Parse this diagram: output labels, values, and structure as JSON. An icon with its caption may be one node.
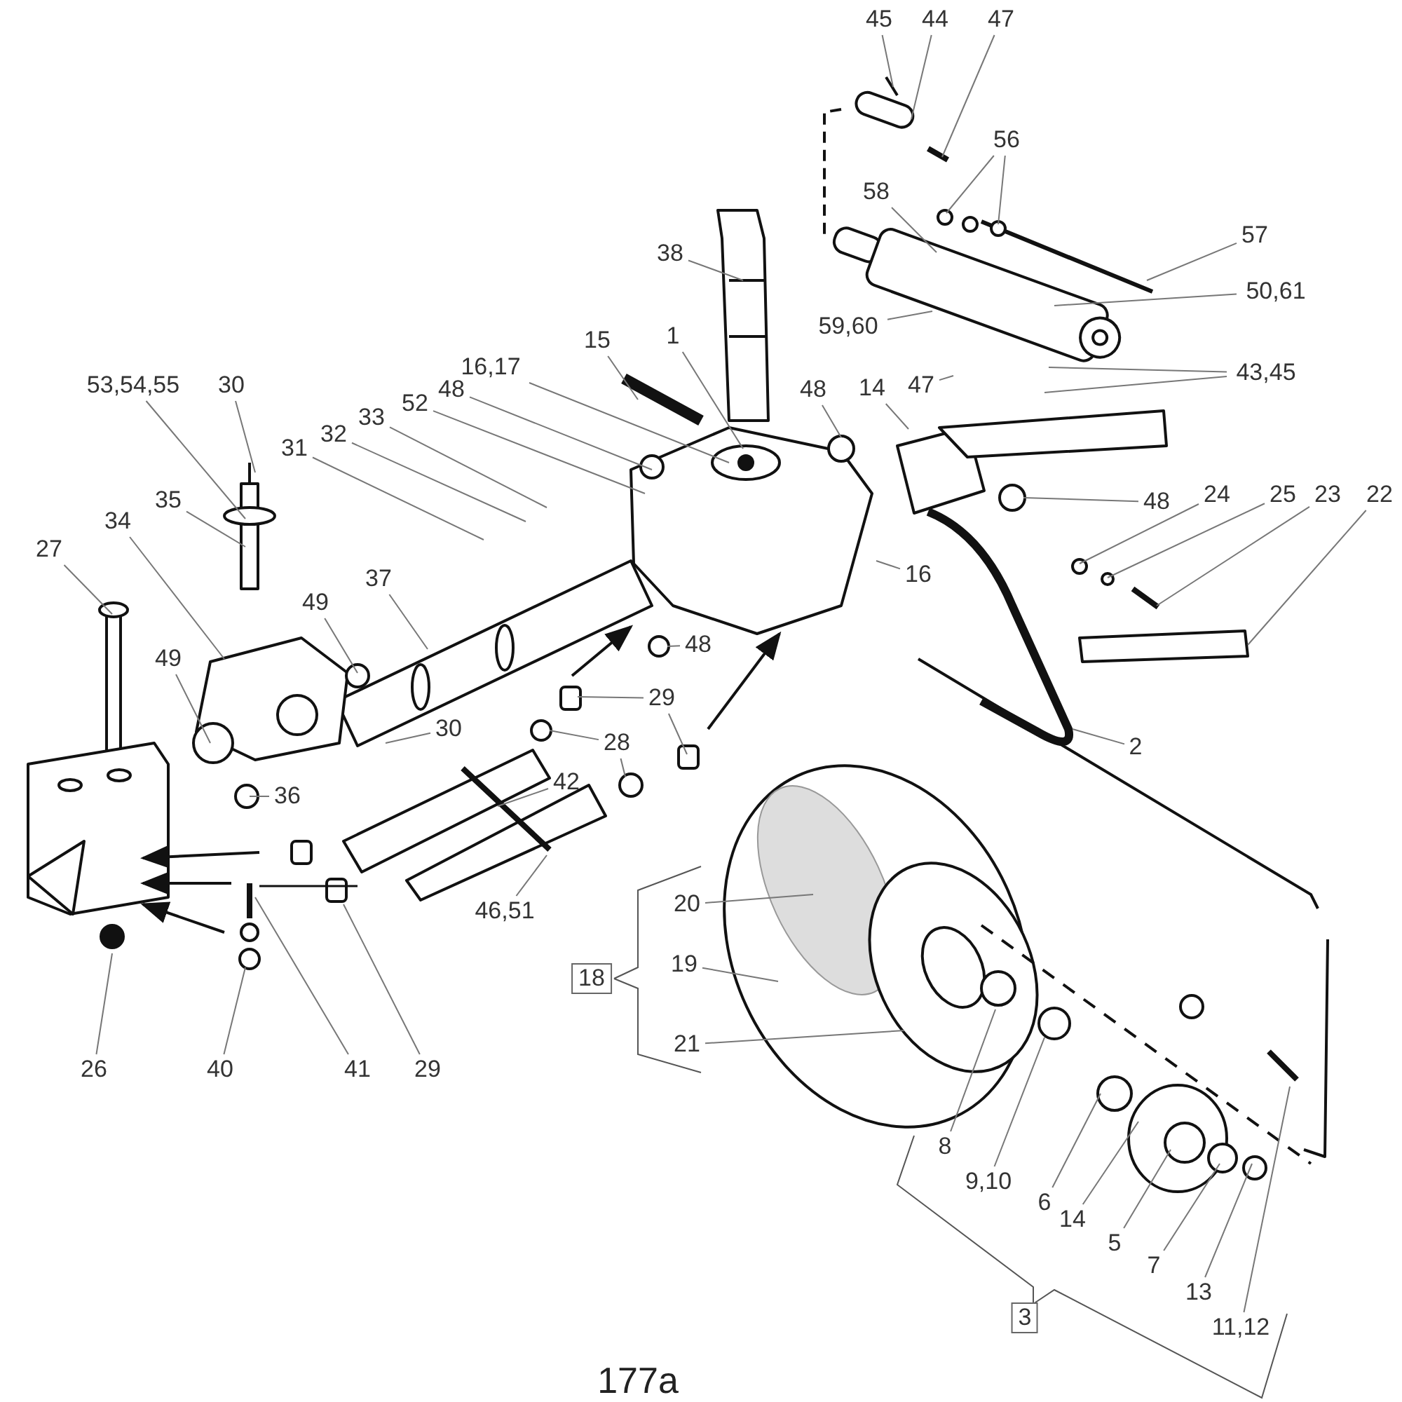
{
  "diagram": {
    "nodes": [
      {
        "text": [
          "45"
        ]
      },
      {
        "text": [
          "44"
        ]
      },
      {
        "text": [
          "47"
        ]
      },
      {
        "text": [
          "56"
        ]
      },
      {
        "text": [
          "58"
        ]
      },
      {
        "text": [
          "57"
        ]
      },
      {
        "text": [
          "38"
        ]
      },
      {
        "text": [
          "50,61"
        ]
      },
      {
        "text": [
          "59,60"
        ]
      },
      {
        "text": [
          "15"
        ]
      },
      {
        "text": [
          "1"
        ]
      },
      {
        "text": [
          "16,17"
        ]
      },
      {
        "text": [
          "43,45"
        ]
      },
      {
        "text": [
          "53,54,55"
        ]
      },
      {
        "text": [
          "30"
        ]
      },
      {
        "text": [
          "48"
        ]
      },
      {
        "text": [
          "48"
        ]
      },
      {
        "text": [
          "14"
        ]
      },
      {
        "text": [
          "47"
        ]
      },
      {
        "text": [
          "52"
        ]
      },
      {
        "text": [
          "33"
        ]
      },
      {
        "text": [
          "32"
        ]
      },
      {
        "text": [
          "31"
        ]
      },
      {
        "text": [
          "48"
        ]
      },
      {
        "text": [
          "24"
        ]
      },
      {
        "text": [
          "25"
        ]
      },
      {
        "text": [
          "23"
        ]
      },
      {
        "text": [
          "22"
        ]
      },
      {
        "text": [
          "35"
        ]
      },
      {
        "text": [
          "34"
        ]
      },
      {
        "text": [
          "27"
        ]
      },
      {
        "text": [
          "16"
        ]
      },
      {
        "text": [
          "37"
        ]
      },
      {
        "text": [
          "49"
        ]
      },
      {
        "text": [
          "48"
        ]
      },
      {
        "text": [
          "49"
        ]
      },
      {
        "text": [
          "29"
        ]
      },
      {
        "text": [
          "30"
        ]
      },
      {
        "text": [
          "28"
        ]
      },
      {
        "text": [
          "2"
        ]
      },
      {
        "text": [
          "42"
        ]
      },
      {
        "text": [
          "36"
        ]
      },
      {
        "text": [
          "46,51"
        ]
      },
      {
        "text": [
          "20"
        ]
      },
      {
        "text": [
          "18"
        ]
      },
      {
        "text": [
          "19"
        ]
      },
      {
        "text": [
          "21"
        ]
      },
      {
        "text": [
          "26"
        ]
      },
      {
        "text": [
          "40"
        ]
      },
      {
        "text": [
          "41"
        ]
      },
      {
        "text": [
          "29"
        ]
      },
      {
        "text": [
          "8"
        ]
      },
      {
        "text": [
          "9,10"
        ]
      },
      {
        "text": [
          "6"
        ]
      },
      {
        "text": [
          "14"
        ]
      },
      {
        "text": [
          "5"
        ]
      },
      {
        "text": [
          "7"
        ]
      },
      {
        "text": [
          "13"
        ]
      },
      {
        "text": [
          "11,12"
        ]
      },
      {
        "text": [
          "3"
        ]
      }
    ],
    "edges": [
      {
        "from": 0,
        "to": null,
        "arrow": "none"
      },
      {
        "from": 1,
        "to": null,
        "arrow": "none"
      },
      {
        "from": 2,
        "to": null,
        "arrow": "none"
      },
      {
        "from": 3,
        "to": null,
        "arrow": "none"
      },
      {
        "from": 3,
        "to": null,
        "arrow": "none"
      },
      {
        "from": 4,
        "to": null,
        "arrow": "none"
      },
      {
        "from": 5,
        "to": null,
        "arrow": "none"
      },
      {
        "from": 6,
        "to": null,
        "arrow": "none"
      },
      {
        "from": 7,
        "to": null,
        "arrow": "none"
      },
      {
        "from": 8,
        "to": null,
        "arrow": "none"
      },
      {
        "from": 9,
        "to": null,
        "arrow": "none"
      },
      {
        "from": 10,
        "to": null,
        "arrow": "none"
      },
      {
        "from": 11,
        "to": null,
        "arrow": "none"
      },
      {
        "from": 12,
        "to": null,
        "arrow": "none"
      },
      {
        "from": 12,
        "to": null,
        "arrow": "none"
      },
      {
        "from": 13,
        "to": null,
        "arrow": "none"
      },
      {
        "from": 14,
        "to": null,
        "arrow": "none"
      },
      {
        "from": 15,
        "to": null,
        "arrow": "none"
      },
      {
        "from": 16,
        "to": null,
        "arrow": "none"
      },
      {
        "from": 17,
        "to": null,
        "arrow": "none"
      },
      {
        "from": 18,
        "to": null,
        "arrow": "none"
      },
      {
        "from": 19,
        "to": null,
        "arrow": "none"
      },
      {
        "from": 20,
        "to": null,
        "arrow": "none"
      },
      {
        "from": 21,
        "to": null,
        "arrow": "none"
      },
      {
        "from": 22,
        "to": null,
        "arrow": "none"
      },
      {
        "from": 23,
        "to": null,
        "arrow": "none"
      },
      {
        "from": 24,
        "to": null,
        "arrow": "none"
      },
      {
        "from": 25,
        "to": null,
        "arrow": "none"
      },
      {
        "from": 26,
        "to": null,
        "arrow": "none"
      },
      {
        "from": 27,
        "to": null,
        "arrow": "none"
      },
      {
        "from": 28,
        "to": null,
        "arrow": "none"
      },
      {
        "from": 29,
        "to": null,
        "arrow": "none"
      },
      {
        "from": 30,
        "to": null,
        "arrow": "none"
      },
      {
        "from": 31,
        "to": null,
        "arrow": "none"
      },
      {
        "from": 32,
        "to": null,
        "arrow": "none"
      },
      {
        "from": 33,
        "to": null,
        "arrow": "none"
      },
      {
        "from": 34,
        "to": null,
        "arrow": "none"
      },
      {
        "from": 35,
        "to": null,
        "arrow": "none"
      },
      {
        "from": 36,
        "to": null,
        "arrow": "none"
      },
      {
        "from": 36,
        "to": null,
        "arrow": "none"
      },
      {
        "from": 37,
        "to": null,
        "arrow": "none"
      },
      {
        "from": 38,
        "to": null,
        "arrow": "none"
      },
      {
        "from": 38,
        "to": null,
        "arrow": "none"
      },
      {
        "from": 39,
        "to": null,
        "arrow": "none"
      },
      {
        "from": 40,
        "to": null,
        "arrow": "none"
      },
      {
        "from": 41,
        "to": null,
        "arrow": "none"
      },
      {
        "from": 42,
        "to": null,
        "arrow": "none"
      },
      {
        "from": 43,
        "to": null,
        "arrow": "none"
      },
      {
        "from": 45,
        "to": null,
        "arrow": "none"
      },
      {
        "from": 46,
        "to": null,
        "arrow": "none"
      },
      {
        "from": 47,
        "to": null,
        "arrow": "none"
      },
      {
        "from": 48,
        "to": null,
        "arrow": "none"
      },
      {
        "from": 49,
        "to": null,
        "arrow": "none"
      },
      {
        "from": 50,
        "to": null,
        "arrow": "none"
      },
      {
        "from": 51,
        "to": null,
        "arrow": "none"
      },
      {
        "from": 52,
        "to": null,
        "arrow": "none"
      },
      {
        "from": 53,
        "to": null,
        "arrow": "none"
      },
      {
        "from": 54,
        "to": null,
        "arrow": "none"
      },
      {
        "from": 55,
        "to": null,
        "arrow": "none"
      },
      {
        "from": 56,
        "to": null,
        "arrow": "none"
      },
      {
        "from": 57,
        "to": null,
        "arrow": "none"
      },
      {
        "from": 58,
        "to": null,
        "arrow": "none"
      }
    ],
    "labels": [
      "177a"
    ]
  }
}
